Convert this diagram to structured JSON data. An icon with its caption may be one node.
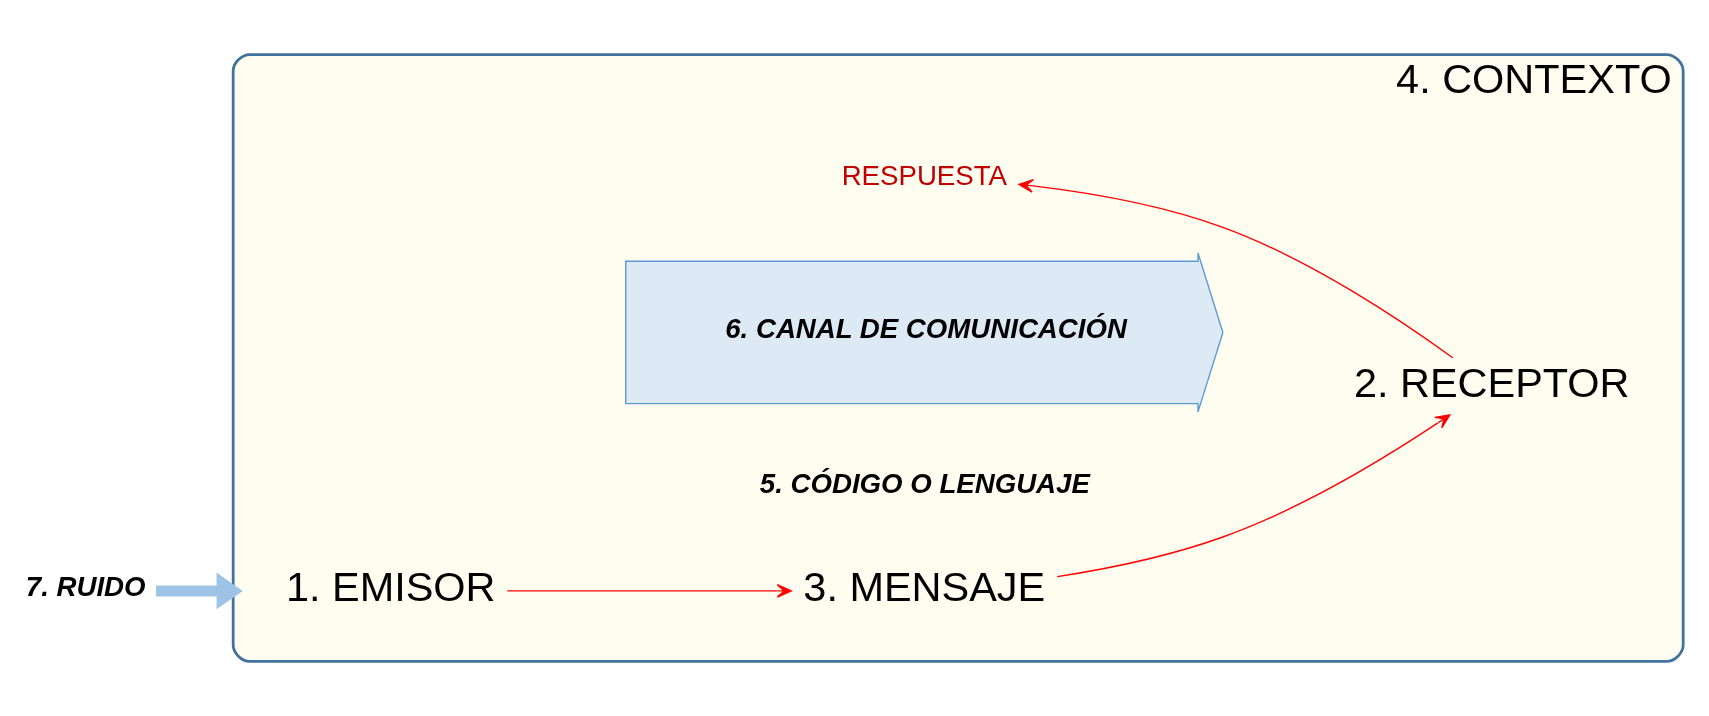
{
  "diagram": {
    "nodes": [
      {
        "text": [
          "4. CONTEXTO"
        ]
      },
      {
        "text": [
          "1. EMISOR"
        ],
        "in": 0
      },
      {
        "text": [
          "3. MENSAJE"
        ],
        "in": 0
      },
      {
        "text": [
          "2. RECEPTOR"
        ],
        "in": 0
      },
      {
        "text": [
          "6. CANAL DE COMUNICACIÓN"
        ],
        "in": 0
      },
      {
        "text": [
          "RESPUESTA"
        ],
        "in": 0
      },
      {
        "text": [
          "7. RUIDO"
        ]
      }
    ],
    "edges": [
      {
        "from": 1,
        "to": 2,
        "arrow": "to",
        "color": "#ff0000"
      },
      {
        "from": 2,
        "to": 3,
        "arrow": "to",
        "color": "#ff0000"
      },
      {
        "from": 3,
        "to": 5,
        "arrow": "to",
        "color": "#ff0000"
      },
      {
        "from": 6,
        "to": 0,
        "arrow": "to",
        "style": "thick",
        "color": "#9dc3e6"
      }
    ],
    "labels": [
      "5. CÓDIGO O LENGUAJE"
    ]
  }
}
